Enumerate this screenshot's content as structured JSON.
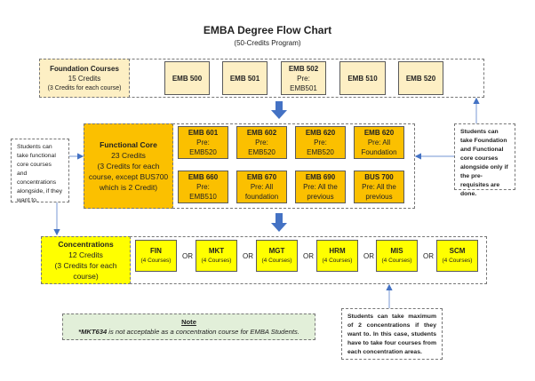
{
  "header": {
    "title": "EMBA Degree Flow Chart",
    "subtitle": "(50-Credits Program)"
  },
  "foundation": {
    "label": "Foundation Courses",
    "credits": "15 Credits",
    "detail": "(3 Credits for each course)",
    "courses": [
      {
        "code": "EMB 500",
        "pre": ""
      },
      {
        "code": "EMB 501",
        "pre": ""
      },
      {
        "code": "EMB 502",
        "pre": "Pre:",
        "pre2": "EMB501"
      },
      {
        "code": "EMB 510",
        "pre": ""
      },
      {
        "code": "EMB 520",
        "pre": ""
      }
    ]
  },
  "core": {
    "label": "Functional Core",
    "credits": "23 Credits",
    "detail": "(3 Credits for each course, except BUS700 which is 2 Credit)",
    "courses": [
      {
        "code": "EMB 601",
        "l1": "Pre:",
        "l2": "EMB520"
      },
      {
        "code": "EMB 602",
        "l1": "Pre:",
        "l2": "EMB520"
      },
      {
        "code": "EMB 620",
        "l1": "Pre:",
        "l2": "EMB520"
      },
      {
        "code": "EMB 620",
        "l1": "Pre: All",
        "l2": "Foundation"
      },
      {
        "code": "EMB 660",
        "l1": "Pre:",
        "l2": "EMB510"
      },
      {
        "code": "EMB 670",
        "l1": "Pre: All",
        "l2": "foundation"
      },
      {
        "code": "EMB 690",
        "l1": "Pre: All the",
        "l2": "previous"
      },
      {
        "code": "BUS 700",
        "l1": "Pre: All the",
        "l2": "previous"
      }
    ]
  },
  "concentrations": {
    "label": "Concentrations",
    "credits": "12 Credits",
    "detail": "(3 Credits for each course)",
    "or_label": "OR",
    "courses": [
      {
        "code": "FIN",
        "sub": "(4 Courses)"
      },
      {
        "code": "MKT",
        "sub": "(4 Courses)"
      },
      {
        "code": "MGT",
        "sub": "(4 Courses)"
      },
      {
        "code": "HRM",
        "sub": "(4 Courses)"
      },
      {
        "code": "MIS",
        "sub": "(4 Courses)"
      },
      {
        "code": "SCM",
        "sub": "(4 Courses)"
      }
    ]
  },
  "notes": {
    "left": "Students can take functional core courses and concentrations alongside, if they want to.",
    "right": "Students can take Foundation and Functional core courses alongside only if the pre-requisites are done.",
    "bottom_right": "Students can take maximum of 2 concentrations if they want to. In this case, students have to take four courses from each concentration areas.",
    "note_title": "Note",
    "note_bold": "*MKT634",
    "note_text": " is not acceptable as a concentration course for EMBA Students."
  },
  "colors": {
    "foundation": "#fdefc4",
    "core": "#fbc000",
    "concentration": "#ffff00",
    "note": "#e2efd9",
    "arrow": "#4472c4"
  }
}
